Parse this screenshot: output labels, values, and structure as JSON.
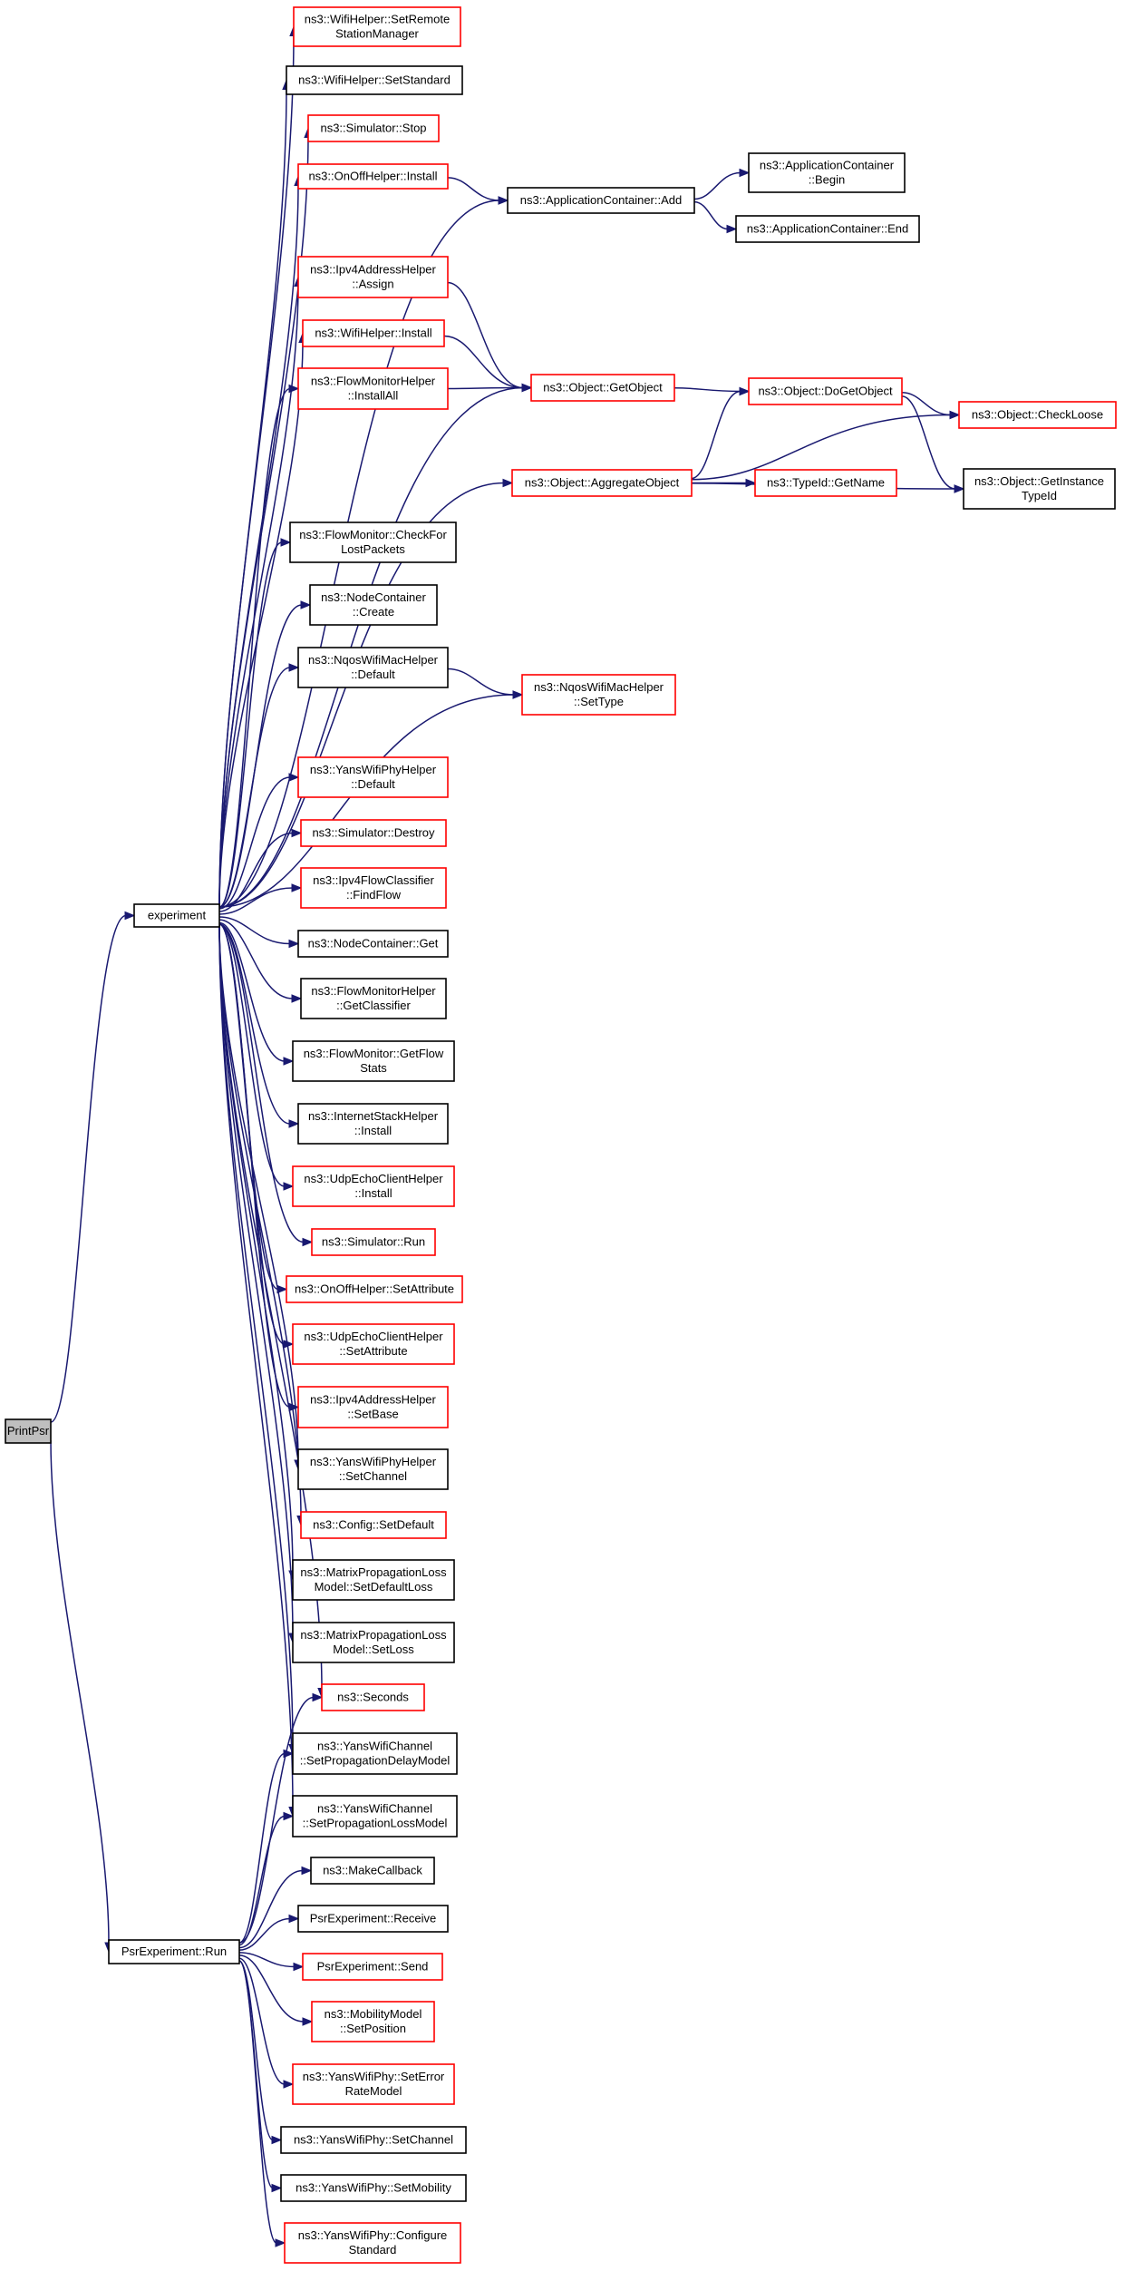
{
  "colors": {
    "edge": "#191970",
    "normal_border": "#000000",
    "link_border": "#ff0000",
    "root_fill": "#bfbfbf",
    "fill": "#ffffff"
  },
  "nodes": [
    {
      "id": "printpsr",
      "lines": [
        "PrintPsr"
      ],
      "kind": "root"
    },
    {
      "id": "experiment",
      "lines": [
        "experiment"
      ],
      "kind": "normal"
    },
    {
      "id": "psr_run",
      "lines": [
        "PsrExperiment::Run"
      ],
      "kind": "normal"
    },
    {
      "id": "wifi_setremote",
      "lines": [
        "ns3::WifiHelper::SetRemote",
        "StationManager"
      ],
      "kind": "link"
    },
    {
      "id": "wifi_setstandard",
      "lines": [
        "ns3::WifiHelper::SetStandard"
      ],
      "kind": "normal"
    },
    {
      "id": "sim_stop",
      "lines": [
        "ns3::Simulator::Stop"
      ],
      "kind": "link"
    },
    {
      "id": "onoff_install",
      "lines": [
        "ns3::OnOffHelper::Install"
      ],
      "kind": "link"
    },
    {
      "id": "appc_add",
      "lines": [
        "ns3::ApplicationContainer::Add"
      ],
      "kind": "normal"
    },
    {
      "id": "appc_begin",
      "lines": [
        "ns3::ApplicationContainer",
        "::Begin"
      ],
      "kind": "normal"
    },
    {
      "id": "appc_end",
      "lines": [
        "ns3::ApplicationContainer::End"
      ],
      "kind": "normal"
    },
    {
      "id": "ipv4addr_assign",
      "lines": [
        "ns3::Ipv4AddressHelper",
        "::Assign"
      ],
      "kind": "link"
    },
    {
      "id": "wifi_install",
      "lines": [
        "ns3::WifiHelper::Install"
      ],
      "kind": "link"
    },
    {
      "id": "obj_getobject",
      "lines": [
        "ns3::Object::GetObject"
      ],
      "kind": "link"
    },
    {
      "id": "obj_dogetobject",
      "lines": [
        "ns3::Object::DoGetObject"
      ],
      "kind": "link"
    },
    {
      "id": "fmh_installall",
      "lines": [
        "ns3::FlowMonitorHelper",
        "::InstallAll"
      ],
      "kind": "link"
    },
    {
      "id": "obj_checkloose",
      "lines": [
        "ns3::Object::CheckLoose"
      ],
      "kind": "link"
    },
    {
      "id": "obj_aggregate",
      "lines": [
        "ns3::Object::AggregateObject"
      ],
      "kind": "link"
    },
    {
      "id": "typeid_getname",
      "lines": [
        "ns3::TypeId::GetName"
      ],
      "kind": "link"
    },
    {
      "id": "obj_getinstancetypeid",
      "lines": [
        "ns3::Object::GetInstance",
        "TypeId"
      ],
      "kind": "normal"
    },
    {
      "id": "fm_checklost",
      "lines": [
        "ns3::FlowMonitor::CheckFor",
        "LostPackets"
      ],
      "kind": "normal"
    },
    {
      "id": "nodec_create",
      "lines": [
        "ns3::NodeContainer",
        "::Create"
      ],
      "kind": "normal"
    },
    {
      "id": "nqos_default",
      "lines": [
        "ns3::NqosWifiMacHelper",
        "::Default"
      ],
      "kind": "normal"
    },
    {
      "id": "nqos_settype",
      "lines": [
        "ns3::NqosWifiMacHelper",
        "::SetType"
      ],
      "kind": "link"
    },
    {
      "id": "yansphy_default",
      "lines": [
        "ns3::YansWifiPhyHelper",
        "::Default"
      ],
      "kind": "link"
    },
    {
      "id": "sim_destroy",
      "lines": [
        "ns3::Simulator::Destroy"
      ],
      "kind": "link"
    },
    {
      "id": "ipv4flow_findflow",
      "lines": [
        "ns3::Ipv4FlowClassifier",
        "::FindFlow"
      ],
      "kind": "link"
    },
    {
      "id": "nodec_get",
      "lines": [
        "ns3::NodeContainer::Get"
      ],
      "kind": "normal"
    },
    {
      "id": "fmh_getclassifier",
      "lines": [
        "ns3::FlowMonitorHelper",
        "::GetClassifier"
      ],
      "kind": "normal"
    },
    {
      "id": "fm_getflowstats",
      "lines": [
        "ns3::FlowMonitor::GetFlow",
        "Stats"
      ],
      "kind": "normal"
    },
    {
      "id": "inet_install",
      "lines": [
        "ns3::InternetStackHelper",
        "::Install"
      ],
      "kind": "normal"
    },
    {
      "id": "udpecho_install",
      "lines": [
        "ns3::UdpEchoClientHelper",
        "::Install"
      ],
      "kind": "link"
    },
    {
      "id": "sim_run",
      "lines": [
        "ns3::Simulator::Run"
      ],
      "kind": "link"
    },
    {
      "id": "onoff_setattr",
      "lines": [
        "ns3::OnOffHelper::SetAttribute"
      ],
      "kind": "link"
    },
    {
      "id": "udpecho_setattr",
      "lines": [
        "ns3::UdpEchoClientHelper",
        "::SetAttribute"
      ],
      "kind": "link"
    },
    {
      "id": "ipv4addr_setbase",
      "lines": [
        "ns3::Ipv4AddressHelper",
        "::SetBase"
      ],
      "kind": "link"
    },
    {
      "id": "yansphy_setchannel",
      "lines": [
        "ns3::YansWifiPhyHelper",
        "::SetChannel"
      ],
      "kind": "normal"
    },
    {
      "id": "config_setdefault",
      "lines": [
        "ns3::Config::SetDefault"
      ],
      "kind": "link"
    },
    {
      "id": "matrix_setdefaultloss",
      "lines": [
        "ns3::MatrixPropagationLoss",
        "Model::SetDefaultLoss"
      ],
      "kind": "normal"
    },
    {
      "id": "matrix_setloss",
      "lines": [
        "ns3::MatrixPropagationLoss",
        "Model::SetLoss"
      ],
      "kind": "normal"
    },
    {
      "id": "seconds",
      "lines": [
        "ns3::Seconds"
      ],
      "kind": "link"
    },
    {
      "id": "yanschan_setdelay",
      "lines": [
        "ns3::YansWifiChannel",
        "::SetPropagationDelayModel"
      ],
      "kind": "normal"
    },
    {
      "id": "yanschan_setloss",
      "lines": [
        "ns3::YansWifiChannel",
        "::SetPropagationLossModel"
      ],
      "kind": "normal"
    },
    {
      "id": "makecallback",
      "lines": [
        "ns3::MakeCallback"
      ],
      "kind": "normal"
    },
    {
      "id": "psr_receive",
      "lines": [
        "PsrExperiment::Receive"
      ],
      "kind": "normal"
    },
    {
      "id": "psr_send",
      "lines": [
        "PsrExperiment::Send"
      ],
      "kind": "link"
    },
    {
      "id": "mobility_setposition",
      "lines": [
        "ns3::MobilityModel",
        "::SetPosition"
      ],
      "kind": "link"
    },
    {
      "id": "yansphy_seterror",
      "lines": [
        "ns3::YansWifiPhy::SetError",
        "RateModel"
      ],
      "kind": "link"
    },
    {
      "id": "yansphy_setchannel2",
      "lines": [
        "ns3::YansWifiPhy::SetChannel"
      ],
      "kind": "normal"
    },
    {
      "id": "yansphy_setmobility",
      "lines": [
        "ns3::YansWifiPhy::SetMobility"
      ],
      "kind": "normal"
    },
    {
      "id": "yansphy_configstd",
      "lines": [
        "ns3::YansWifiPhy::Configure",
        "Standard"
      ],
      "kind": "link"
    }
  ],
  "edges": [
    [
      "printpsr",
      "experiment"
    ],
    [
      "printpsr",
      "psr_run"
    ],
    [
      "experiment",
      "wifi_setremote"
    ],
    [
      "experiment",
      "wifi_setstandard"
    ],
    [
      "experiment",
      "sim_stop"
    ],
    [
      "experiment",
      "onoff_install"
    ],
    [
      "experiment",
      "appc_add"
    ],
    [
      "experiment",
      "ipv4addr_assign"
    ],
    [
      "experiment",
      "wifi_install"
    ],
    [
      "experiment",
      "fmh_installall"
    ],
    [
      "experiment",
      "obj_getobject"
    ],
    [
      "experiment",
      "obj_aggregate"
    ],
    [
      "experiment",
      "fm_checklost"
    ],
    [
      "experiment",
      "nodec_create"
    ],
    [
      "experiment",
      "nqos_default"
    ],
    [
      "experiment",
      "nqos_settype"
    ],
    [
      "experiment",
      "yansphy_default"
    ],
    [
      "experiment",
      "sim_destroy"
    ],
    [
      "experiment",
      "ipv4flow_findflow"
    ],
    [
      "experiment",
      "nodec_get"
    ],
    [
      "experiment",
      "fmh_getclassifier"
    ],
    [
      "experiment",
      "fm_getflowstats"
    ],
    [
      "experiment",
      "inet_install"
    ],
    [
      "experiment",
      "udpecho_install"
    ],
    [
      "experiment",
      "sim_run"
    ],
    [
      "experiment",
      "onoff_setattr"
    ],
    [
      "experiment",
      "udpecho_setattr"
    ],
    [
      "experiment",
      "ipv4addr_setbase"
    ],
    [
      "experiment",
      "yansphy_setchannel"
    ],
    [
      "experiment",
      "config_setdefault"
    ],
    [
      "experiment",
      "matrix_setdefaultloss"
    ],
    [
      "experiment",
      "matrix_setloss"
    ],
    [
      "experiment",
      "seconds"
    ],
    [
      "experiment",
      "yanschan_setdelay"
    ],
    [
      "experiment",
      "yanschan_setloss"
    ],
    [
      "onoff_install",
      "appc_add"
    ],
    [
      "appc_add",
      "appc_begin"
    ],
    [
      "appc_add",
      "appc_end"
    ],
    [
      "ipv4addr_assign",
      "obj_getobject"
    ],
    [
      "wifi_install",
      "obj_getobject"
    ],
    [
      "fmh_installall",
      "obj_getobject"
    ],
    [
      "obj_getobject",
      "obj_dogetobject"
    ],
    [
      "obj_dogetobject",
      "obj_checkloose"
    ],
    [
      "obj_dogetobject",
      "obj_getinstancetypeid"
    ],
    [
      "obj_aggregate",
      "obj_dogetobject"
    ],
    [
      "obj_aggregate",
      "obj_checkloose"
    ],
    [
      "obj_aggregate",
      "typeid_getname"
    ],
    [
      "obj_aggregate",
      "obj_getinstancetypeid"
    ],
    [
      "nqos_default",
      "nqos_settype"
    ],
    [
      "psr_run",
      "seconds"
    ],
    [
      "psr_run",
      "yanschan_setdelay"
    ],
    [
      "psr_run",
      "yanschan_setloss"
    ],
    [
      "psr_run",
      "makecallback"
    ],
    [
      "psr_run",
      "psr_receive"
    ],
    [
      "psr_run",
      "psr_send"
    ],
    [
      "psr_run",
      "mobility_setposition"
    ],
    [
      "psr_run",
      "yansphy_seterror"
    ],
    [
      "psr_run",
      "yansphy_setchannel2"
    ],
    [
      "psr_run",
      "yansphy_setmobility"
    ],
    [
      "psr_run",
      "yansphy_configstd"
    ]
  ]
}
